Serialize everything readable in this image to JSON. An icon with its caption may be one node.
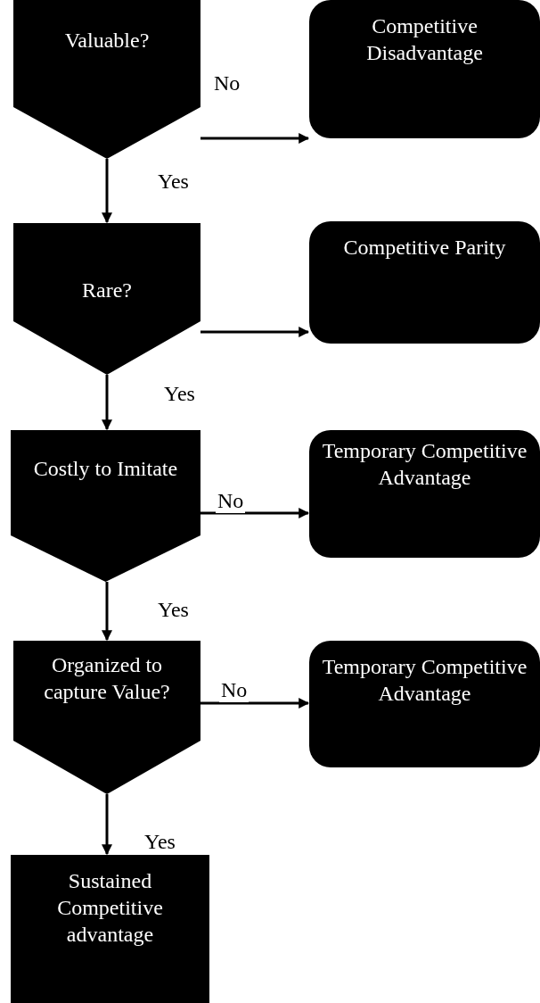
{
  "diagram": {
    "nodes": [
      {
        "text": [
          "Valuable?"
        ]
      },
      {
        "text": [
          "Competitive Disadvantage"
        ]
      },
      {
        "text": [
          "Rare?"
        ]
      },
      {
        "text": [
          "Competitive Parity"
        ]
      },
      {
        "text": [
          "Costly to Imitate"
        ]
      },
      {
        "text": [
          "Temporary Competitive Advantage"
        ]
      },
      {
        "text": [
          "Organized to capture Value?"
        ]
      },
      {
        "text": [
          "Temporary Competitive Advantage"
        ]
      },
      {
        "text": [
          "Sustained Competitive advantage"
        ]
      }
    ],
    "edges": [
      {
        "from": 0,
        "to": 1,
        "arrow": "to",
        "label": "No"
      },
      {
        "from": 0,
        "to": 2,
        "arrow": "to",
        "label": "Yes"
      },
      {
        "from": 2,
        "to": 3,
        "arrow": "to"
      },
      {
        "from": 2,
        "to": 4,
        "arrow": "to",
        "label": "Yes"
      },
      {
        "from": 4,
        "to": 5,
        "arrow": "to",
        "label": "No"
      },
      {
        "from": 4,
        "to": 6,
        "arrow": "to",
        "label": "Yes"
      },
      {
        "from": 6,
        "to": 7,
        "arrow": "to",
        "label": "No"
      },
      {
        "from": 6,
        "to": 8,
        "arrow": "to",
        "label": "Yes"
      }
    ]
  }
}
